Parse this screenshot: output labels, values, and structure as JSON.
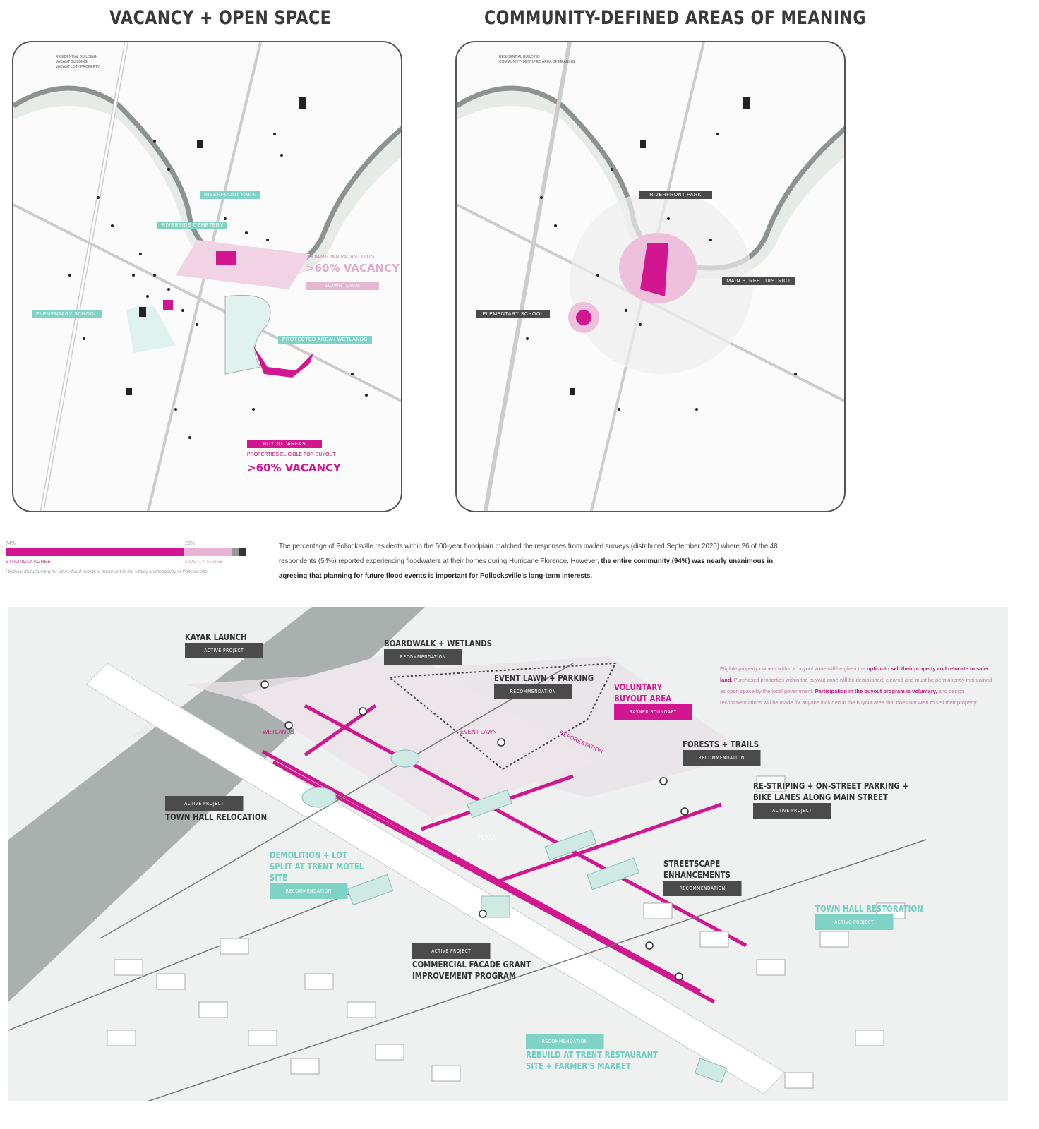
{
  "titles": {
    "left": "VACANCY + OPEN SPACE",
    "right": "COMMUNITY-DEFINED AREAS OF MEANING"
  },
  "left_map": {
    "legend": [
      "RESIDENTIAL BUILDING",
      "VACANT BUILDING",
      "VACANT LOT / PROPERTY"
    ],
    "labels": {
      "riverfront_park": "RIVERFRONT PARK",
      "cemetery": "RIVERSIDE CEMETERY",
      "school": "ELEMENTARY SCHOOL",
      "wooded": "PROTECTED AREA / WETLANDS",
      "district_desc": "DOWNTOWN VACANT LOTS",
      "district_vacancy": ">60% VACANCY",
      "district_tag": "DOWNTOWN",
      "buyout_tag": "BUYOUT AREAS",
      "buyout_desc": "PROPERTIES ELIGIBLE FOR BUYOUT",
      "buyout_vacancy": ">60% VACANCY"
    }
  },
  "right_map": {
    "legend": [
      "RESIDENTIAL BUILDING",
      "COMMUNITY-IDENTIFIED AREA OF MEANING"
    ],
    "labels": {
      "riverfront_park": "RIVERFRONT PARK",
      "main_street": "MAIN STREET DISTRICT",
      "school": "ELEMENTARY SCHOOL"
    }
  },
  "survey_bar": {
    "segments": [
      {
        "label": "STRONGLY AGREE",
        "percent": 74,
        "color": "#d2168f"
      },
      {
        "label": "MOSTLY AGREE",
        "percent": 20,
        "color": "#e8b3d2"
      },
      {
        "label": "",
        "percent": 3,
        "color": "#9a9a9a"
      },
      {
        "label": "",
        "percent": 3,
        "color": "#333333"
      }
    ],
    "left_label": "STRONGLY AGREE",
    "right_label": "MOSTLY AGREE",
    "top_left": "74%",
    "top_right": "20%",
    "caption": "I believe that planning for future flood events is important to the vitality and longevity of Pollocksville."
  },
  "paragraph": {
    "text": "The percentage of Pollocksville residents within the 500-year floodplain matched the responses from mailed surveys (distributed September 2020) where 26 of the 48 respondents (54%) reported experiencing floodwaters at their homes during Hurricane Florence. However, ",
    "bold": "the entire community (94%) was nearly unanimous in agreeing that planning for future flood events is important for Pollocksville's long-term interests."
  },
  "axon": {
    "river_label": "TRENT RIVER",
    "buyout_text": {
      "t1": "Eligible property owners within a buyout zone will be given the ",
      "b1": "option to sell their property and relocate to safer land.",
      "t2": " Purchased properties within the buyout zone will be demolished, cleared and must be permanently maintained as open space by the local government. ",
      "b2": "Participation in the buyout program is voluntary,",
      "t3": " and design recommendations will be made for anyone included in the buyout area that does not wish to sell their property."
    },
    "callouts": {
      "kayak": {
        "title": "KAYAK LAUNCH",
        "tag": "ACTIVE PROJECT"
      },
      "boardwalk": {
        "title": "BOARDWALK + WETLANDS",
        "tag": "RECOMMENDATION"
      },
      "event": {
        "title": "EVENT LAWN + PARKING",
        "tag": "RECOMMENDATION"
      },
      "buyout": {
        "title": "VOLUNTARY BUYOUT AREA",
        "tag": "BASNER BOUNDARY"
      },
      "forests": {
        "title": "FORESTS + TRAILS",
        "tag": "RECOMMENDATION"
      },
      "restriping": {
        "title": "RE-STRIPING + ON-STREET PARKING + BIKE LANES ALONG MAIN STREET",
        "tag": "ACTIVE PROJECT"
      },
      "townhall_reloc": {
        "title": "TOWN HALL RELOCATION",
        "tag": "ACTIVE PROJECT"
      },
      "demolition": {
        "title": "DEMOLITION + LOT SPLIT AT TRENT MOTEL SITE",
        "tag": "RECOMMENDATION"
      },
      "streetscape": {
        "title": "STREETSCAPE ENHANCEMENTS",
        "tag": "RECOMMENDATION"
      },
      "townhall_rest": {
        "title": "TOWN HALL RESTORATION",
        "tag": "ACTIVE PROJECT"
      },
      "facade": {
        "title": "COMMERCIAL FACADE GRANT IMPROVEMENT PROGRAM",
        "tag": "ACTIVE PROJECT"
      },
      "rebuild": {
        "title": "REBUILD AT TRENT RESTAURANT SITE + FARMER'S MARKET",
        "tag": "RECOMMENDATION"
      }
    },
    "map_words": {
      "wetlands": "WETLANDS",
      "event_lawn": "EVENT LAWN",
      "reforestation": "REFORESTATION",
      "plaza": "PLAZA"
    }
  },
  "colors": {
    "magenta": "#d2168f",
    "teal": "#7fd3c6",
    "dark": "#4b4b4b",
    "pink": "#e8b3d2",
    "river": "#a9b0ad"
  }
}
